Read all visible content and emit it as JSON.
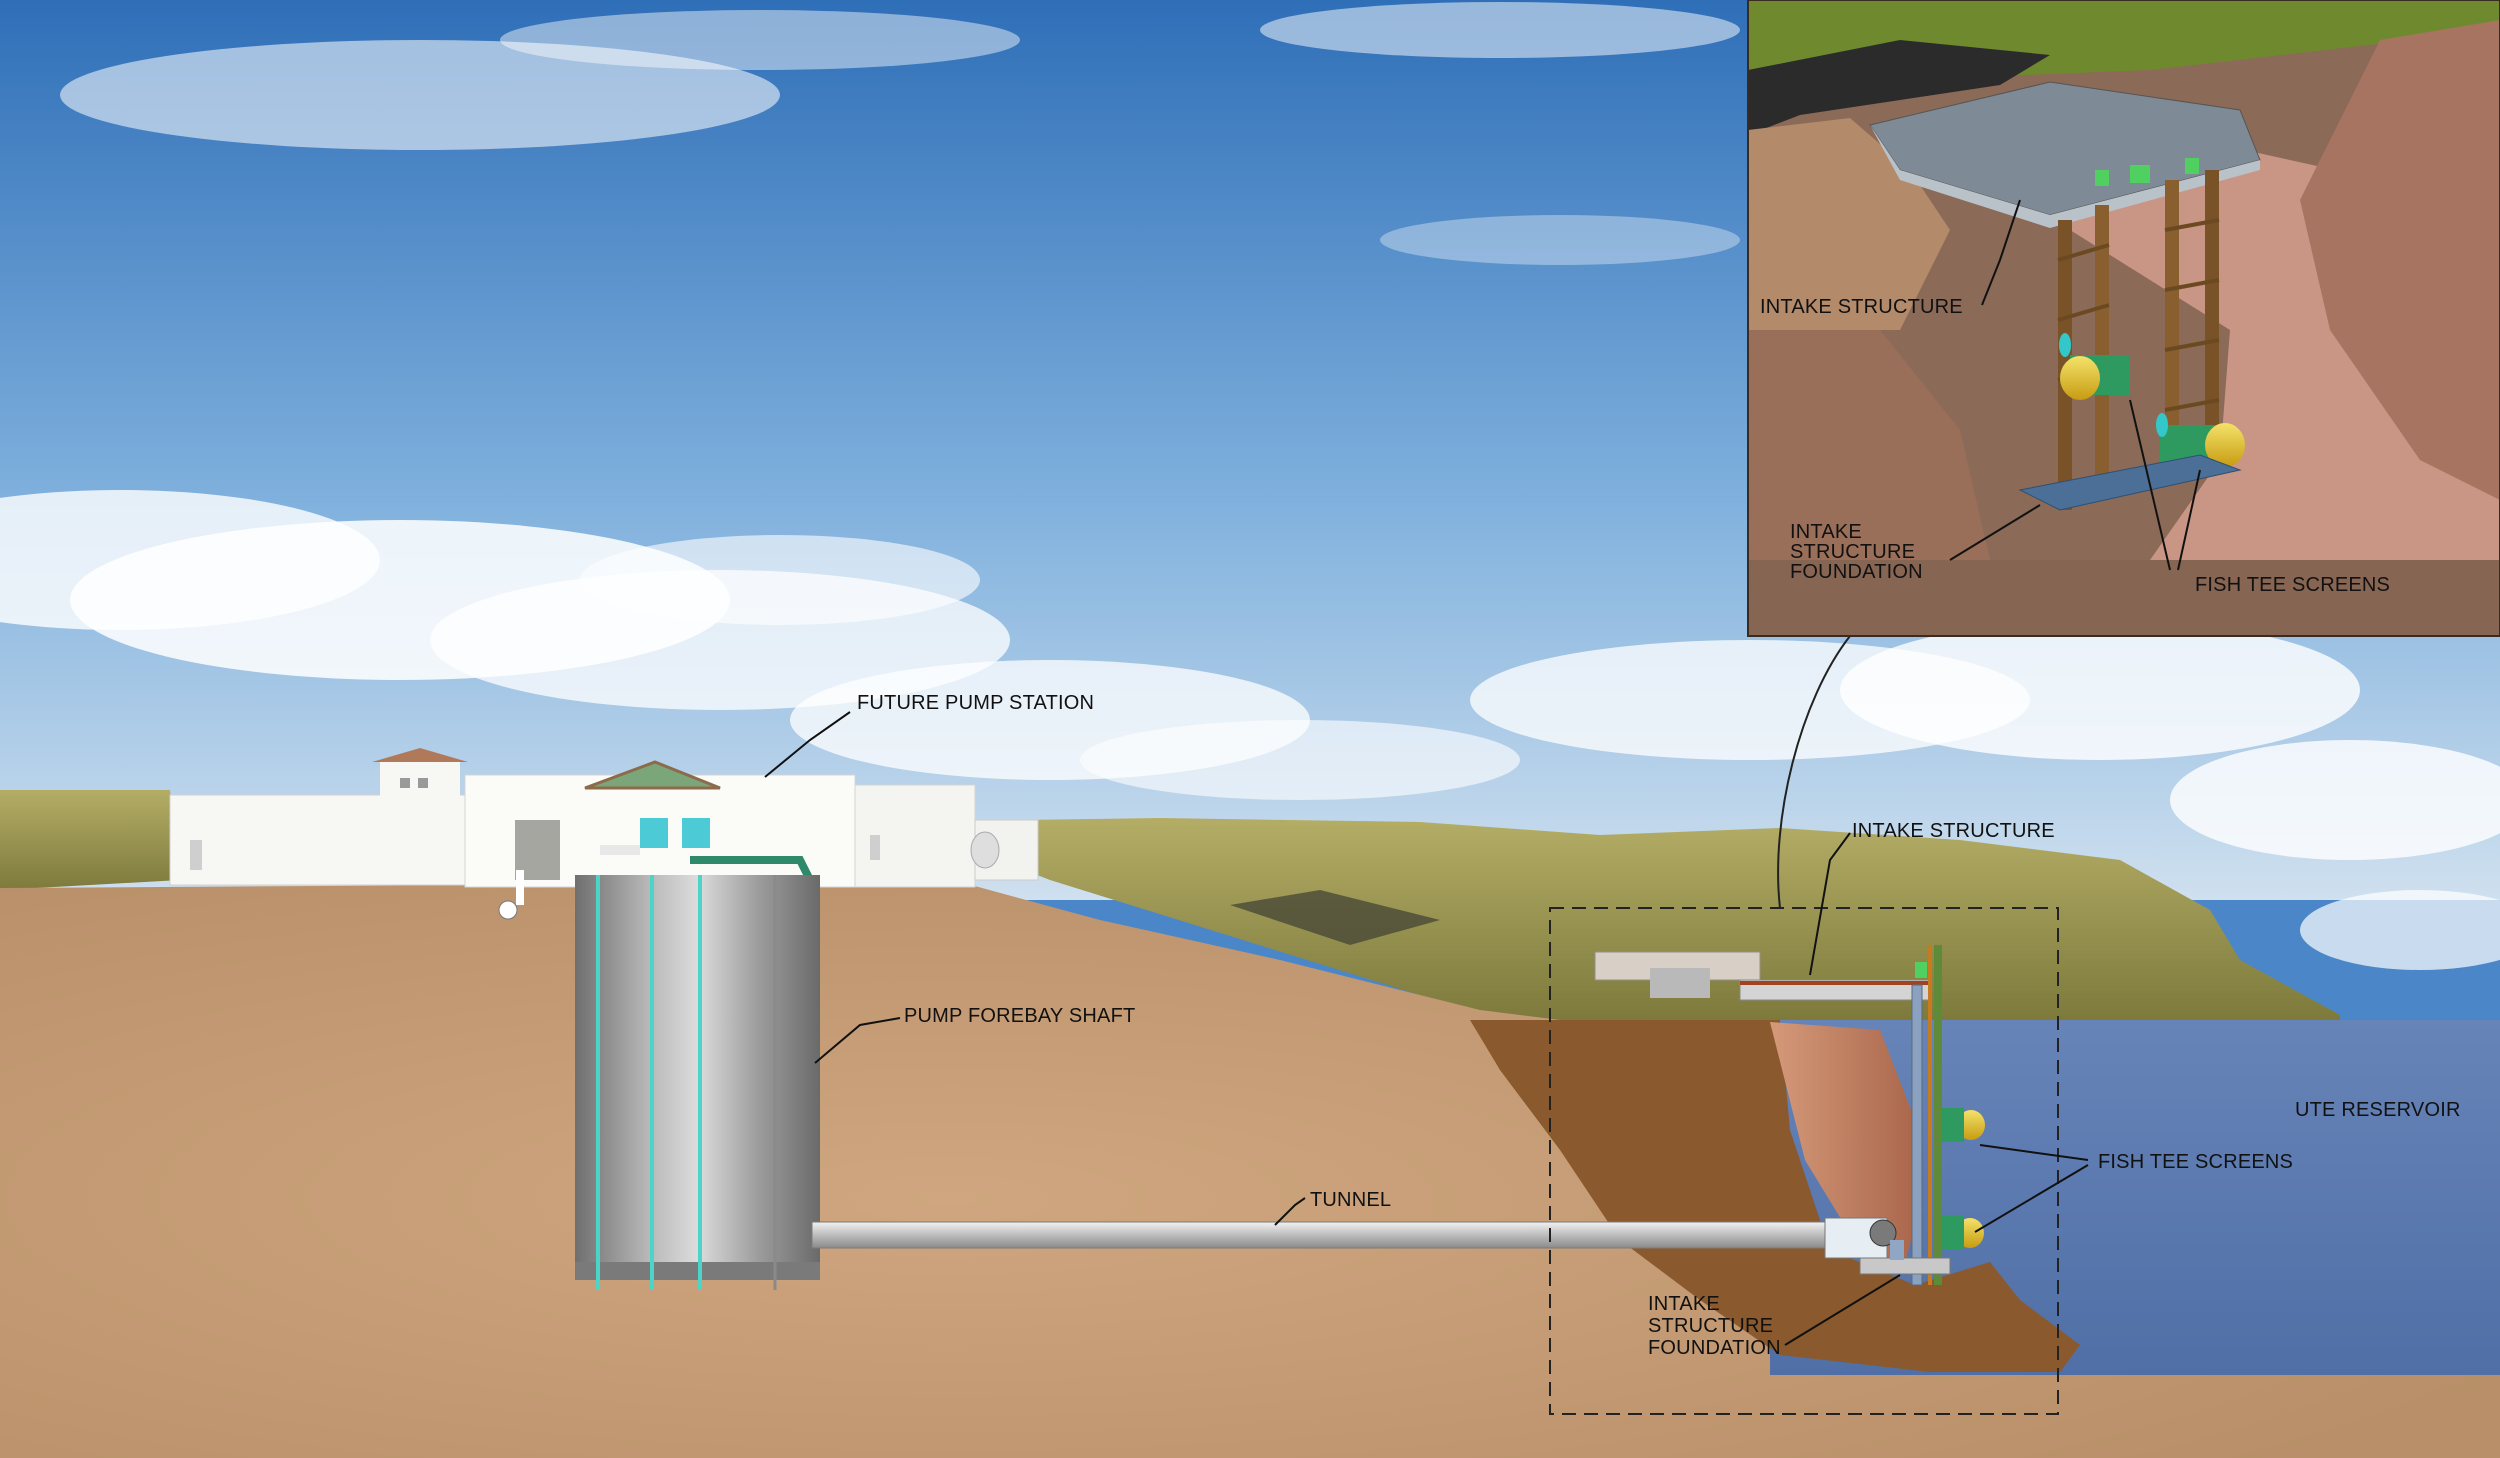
{
  "labels": {
    "future_pump_station": "FUTURE PUMP STATION",
    "pump_forebay_shaft": "PUMP FOREBAY SHAFT",
    "tunnel": "TUNNEL",
    "intake_structure": "INTAKE STRUCTURE",
    "fish_tee_screens": "FISH TEE SCREENS",
    "ute_reservoir": "UTE RESERVOIR",
    "foundation_line1": "INTAKE",
    "foundation_line2": "STRUCTURE",
    "foundation_line3": "FOUNDATION"
  },
  "inset": {
    "intake_structure": "INTAKE STRUCTURE",
    "fish_tee_screens": "FISH TEE SCREENS",
    "foundation_line1": "INTAKE",
    "foundation_line2": "STRUCTURE",
    "foundation_line3": "FOUNDATION"
  },
  "colors": {
    "sky_top": "#2e6db5",
    "sky_bottom": "#b8d3ea",
    "soil": "#c39a73",
    "terrain": "#8d8a45",
    "water": "#5d7fb6",
    "shaft": "#9a9a9a",
    "screen": "#e2c21a",
    "inset_background": "#8a6a55"
  }
}
